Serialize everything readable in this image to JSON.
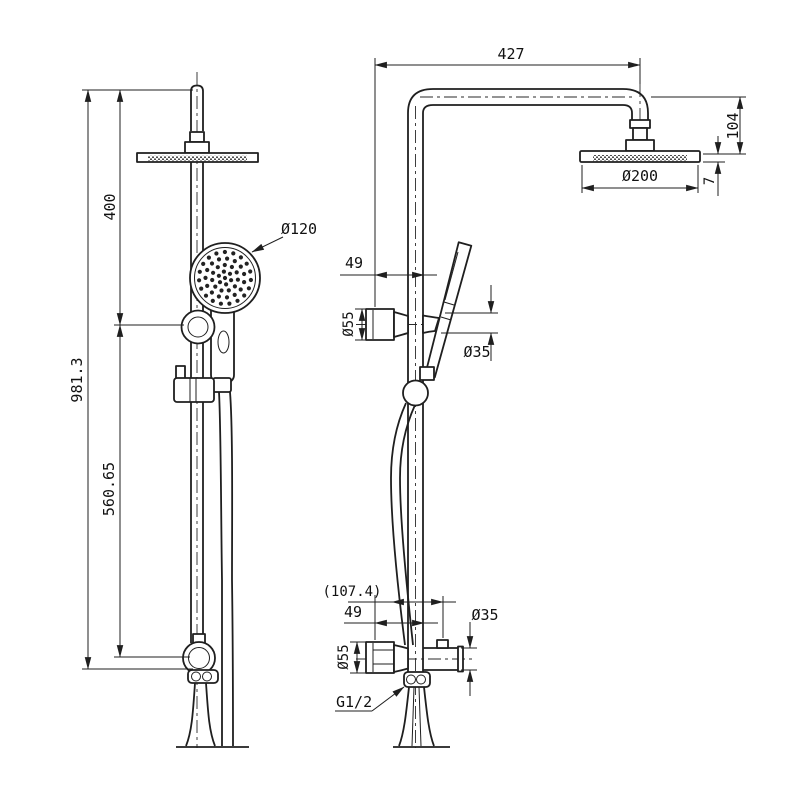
{
  "colors": {
    "line": "#1f1f1f",
    "background": "#ffffff"
  },
  "lv": {
    "h400": "400",
    "h981": "981.3",
    "h560": "560.65",
    "d120": "Ø120"
  },
  "rv": {
    "w427": "427",
    "h104": "104",
    "t7": "7",
    "d200": "Ø200",
    "off49": "49",
    "d55": "Ø55",
    "d35": "Ø35",
    "ref107": "(107.4)",
    "off49b": "49",
    "d55b": "Ø55",
    "d35b": "Ø35",
    "g12": "G1/2"
  }
}
